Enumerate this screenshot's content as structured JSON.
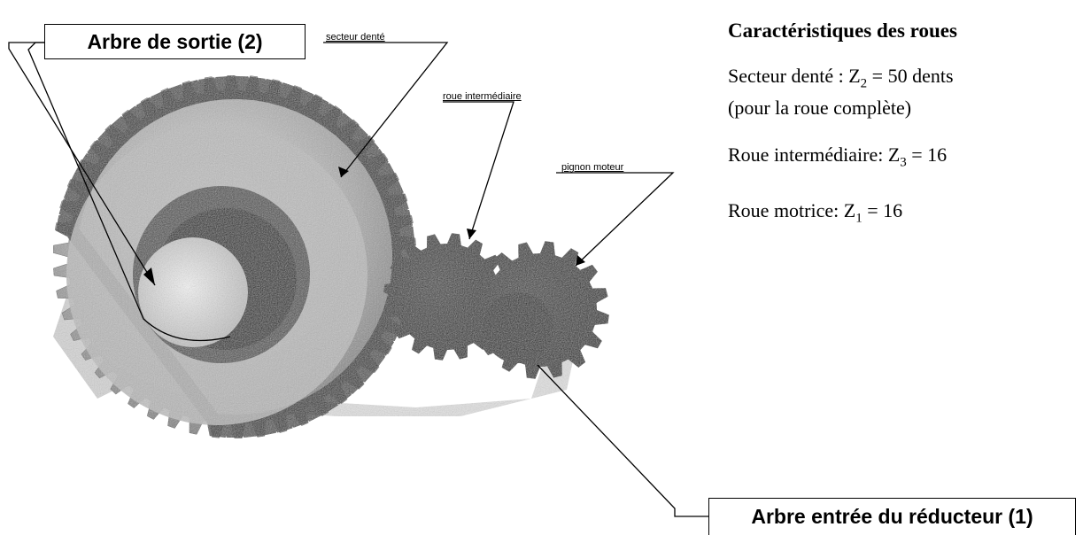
{
  "labels": {
    "output_shaft": "Arbre de sortie (2)",
    "toothed_sector": "secteur denté",
    "idler_wheel": "roue intermédiaire",
    "drive_pinion": "pignon moteur",
    "input_shaft": "Arbre entrée du réducteur (1)"
  },
  "panel": {
    "title": "Caractéristiques des roues",
    "z2": {
      "prefix": "Secteur denté : Z",
      "sub": "2",
      "suffix": " =  50 dents"
    },
    "z2_note": "(pour la roue complète)",
    "z3": {
      "prefix": "Roue intermédiaire: Z",
      "sub": "3",
      "suffix": " = 16"
    },
    "z1": {
      "prefix": "Roue motrice: Z",
      "sub": "1",
      "suffix": " =  16"
    }
  }
}
